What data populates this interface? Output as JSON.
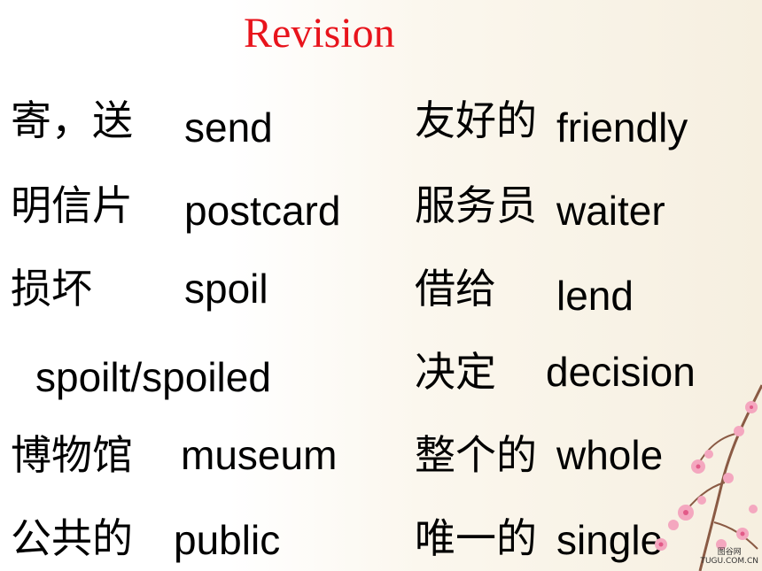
{
  "title": "Revision",
  "left": [
    {
      "cn": "寄，送",
      "en": "send"
    },
    {
      "cn": "明信片",
      "en": "postcard"
    },
    {
      "cn": "损坏",
      "en": "spoil"
    },
    {
      "en": "spoilt/spoiled"
    },
    {
      "cn": "博物馆",
      "en": "museum"
    },
    {
      "cn": "公共的",
      "en": "public"
    }
  ],
  "right": [
    {
      "cn": "友好的",
      "en": "friendly"
    },
    {
      "cn": "服务员",
      "en": "waiter"
    },
    {
      "cn": "借给",
      "en": "lend"
    },
    {
      "cn": "决定",
      "en": "decision"
    },
    {
      "cn": "整个的",
      "en": "whole"
    },
    {
      "cn": "唯一的",
      "en": "single"
    }
  ],
  "watermark": {
    "line1": "图谷网",
    "line2": "TUGU.COM.CN"
  },
  "colors": {
    "title": "#e8141c",
    "text": "#000000",
    "blossom": "#f4a7bf",
    "branch": "#8a5a44"
  }
}
